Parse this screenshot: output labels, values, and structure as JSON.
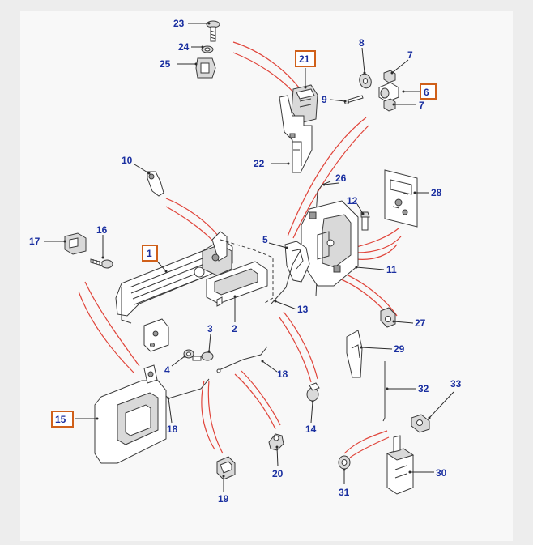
{
  "diagram": {
    "labels": [
      "23",
      "24",
      "25",
      "21",
      "8",
      "7",
      "6",
      "7",
      "9",
      "22",
      "10",
      "26",
      "28",
      "12",
      "17",
      "16",
      "1",
      "5",
      "11",
      "13",
      "2",
      "3",
      "27",
      "29",
      "4",
      "18",
      "32",
      "33",
      "15",
      "18",
      "14",
      "20",
      "30",
      "19",
      "31"
    ],
    "highlighted": [
      "21",
      "6",
      "1",
      "15"
    ]
  }
}
